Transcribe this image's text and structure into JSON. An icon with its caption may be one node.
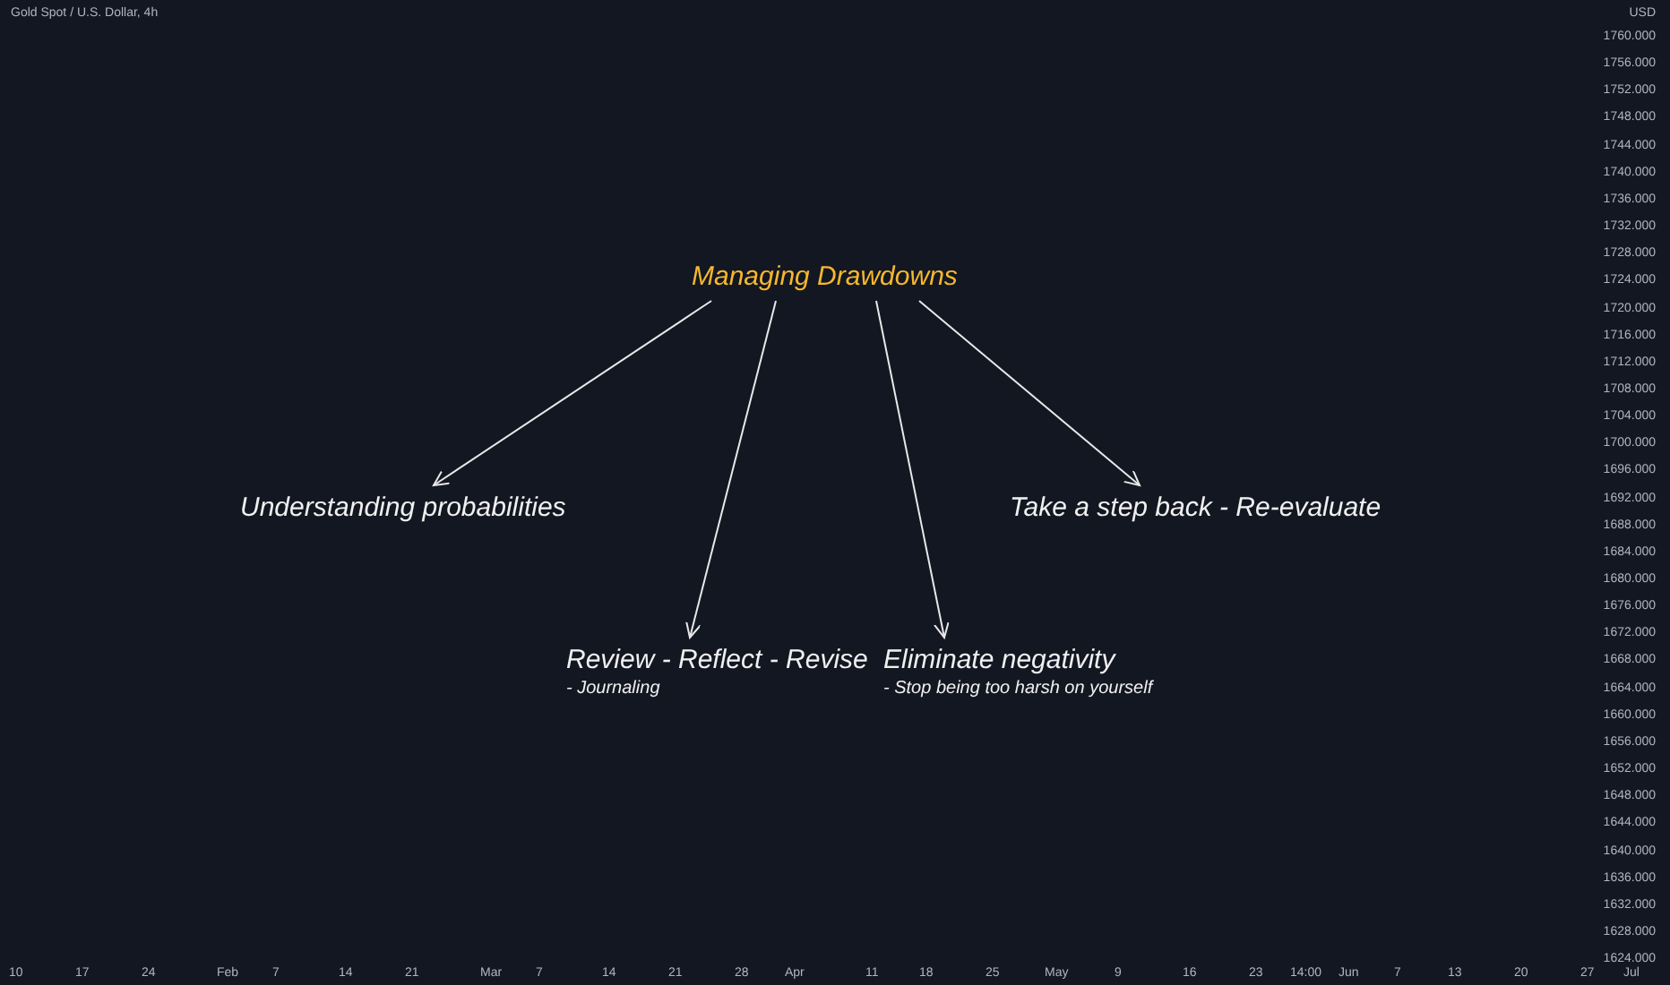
{
  "diagram": {
    "title": "Gold Spot / U.S. Dollar, 4h",
    "nodes": [
      {
        "text": [
          "Managing Drawdowns"
        ]
      },
      {
        "text": [
          "Understanding probabilities"
        ]
      },
      {
        "text": [
          "Review - Reflect - Revise",
          "- Journaling"
        ]
      },
      {
        "text": [
          "Eliminate negativity",
          "- Stop being too harsh on yourself"
        ]
      },
      {
        "text": [
          "Take a step back - Re-evaluate"
        ]
      }
    ],
    "edges": [
      {
        "from": 0,
        "to": 1,
        "arrow": "to"
      },
      {
        "from": 0,
        "to": 2,
        "arrow": "to"
      },
      {
        "from": 0,
        "to": 3,
        "arrow": "to"
      },
      {
        "from": 0,
        "to": 4,
        "arrow": "to"
      }
    ],
    "labels": [
      "USD",
      "1760.000",
      "1756.000",
      "1752.000",
      "1748.000",
      "1744.000",
      "1740.000",
      "1736.000",
      "1732.000",
      "1728.000",
      "1724.000",
      "1720.000",
      "1716.000",
      "1712.000",
      "1708.000",
      "1704.000",
      "1700.000",
      "1696.000",
      "1692.000",
      "1688.000",
      "1684.000",
      "1680.000",
      "1676.000",
      "1672.000",
      "1668.000",
      "1664.000",
      "1660.000",
      "1656.000",
      "1652.000",
      "1648.000",
      "1644.000",
      "1640.000",
      "1636.000",
      "1632.000",
      "1628.000",
      "1624.000",
      "10",
      "17",
      "24",
      "Feb",
      "7",
      "14",
      "21",
      "Mar",
      "7",
      "14",
      "21",
      "28",
      "Apr",
      "11",
      "18",
      "25",
      "May",
      "9",
      "16",
      "23",
      "14:00",
      "Jun",
      "7",
      "13",
      "20",
      "27",
      "Jul"
    ]
  }
}
